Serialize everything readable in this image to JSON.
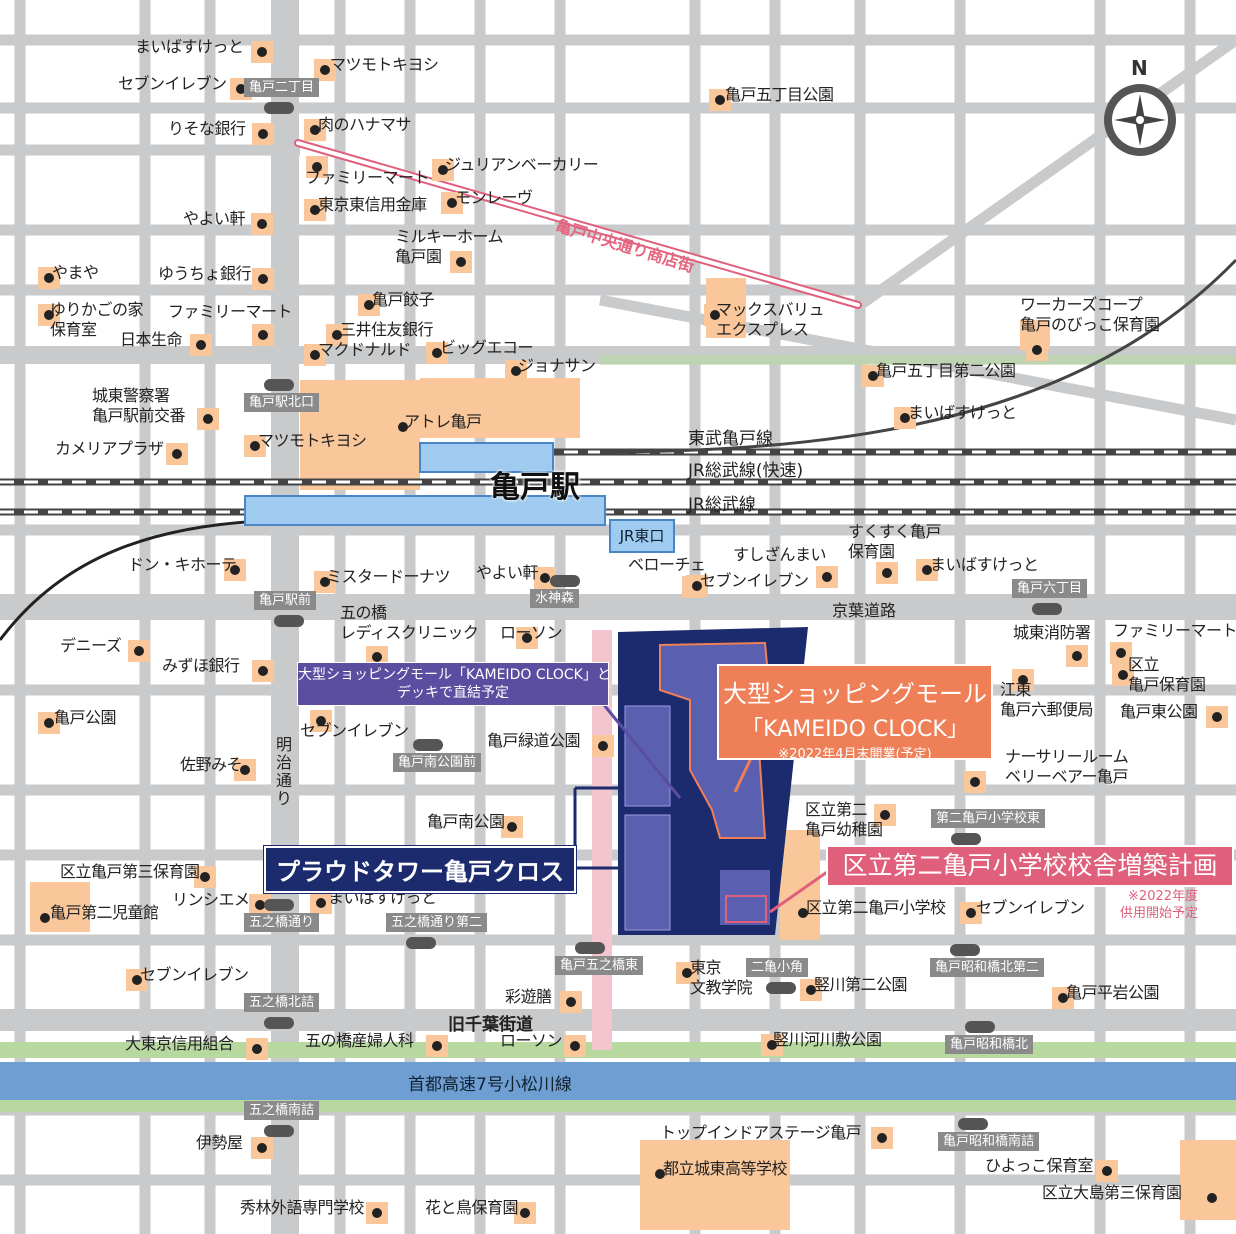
{
  "station_name": "亀戸駅",
  "east_exit": "JR東口",
  "shopping_street": "亀戸中央通り商店街",
  "roads": {
    "keiyo": "京葉道路",
    "meiji": "明治通り",
    "kyu_chiba": "旧千葉街道",
    "highway": "首都高速7号小松川線"
  },
  "rail_lines": [
    "東武亀戸線",
    "JR総武線(快速)",
    "JR総武線"
  ],
  "callouts": {
    "property": "プラウドタワー亀戸クロス",
    "deck": "大型ショッピングモール「KAMEIDO CLOCK」と\nデッキで直結予定",
    "mall_line1": "大型ショッピングモール",
    "mall_line2": "「KAMEIDO CLOCK」",
    "mall_note": "※2022年4月末開業(予定)",
    "school": "区立第二亀戸小学校校舎増築計画",
    "school_note": "※2022年度\n供用開始予定"
  },
  "intersections": [
    "亀戸二丁目",
    "亀戸駅北口",
    "亀戸駅前",
    "水神森",
    "亀戸六丁目",
    "亀戸南公園前",
    "第二亀戸小学校東",
    "五之橋通り",
    "五之橋通り第二",
    "亀戸五之橋東",
    "二亀小角",
    "亀戸昭和橋北第二",
    "五之橋北詰",
    "亀戸昭和橋北",
    "五之橋南詰",
    "亀戸昭和橋南詰"
  ],
  "pois": [
    "まいばすけっと",
    "マツモトキヨシ",
    "セブンイレブン",
    "りそな銀行",
    "肉のハナマサ",
    "ジュリアンベーカリー",
    "ファミリーマート",
    "モンレーヴ",
    "東京東信用金庫",
    "やよい軒",
    "ミルキーホーム\n亀戸園",
    "やまや",
    "ゆうちょ銀行",
    "亀戸餃子",
    "ゆりかごの家\n保育室",
    "ファミリーマート",
    "日本生命",
    "三井住友銀行",
    "マクドナルド",
    "ビッグエコー",
    "ジョナサン",
    "マックスバリュ\nエクスプレス",
    "ワーカーズコープ\n亀戸のびっこ保育園",
    "亀戸五丁目公園",
    "亀戸五丁目第二公園",
    "まいばすけっと",
    "城東警察署\n亀戸駅前交番",
    "アトレ亀戸",
    "マツモトキヨシ",
    "カメリアプラザ",
    "すくすく亀戸\n保育園",
    "まいばすけっと",
    "すしざんまい",
    "ベローチェ",
    "セブンイレブン",
    "やよい軒",
    "ミスタードーナツ",
    "ドン・キホーテ",
    "五の橋\nレディスクリニック",
    "ローソン",
    "デニーズ",
    "みずほ銀行",
    "城東消防署",
    "ファミリーマート",
    "江東\n亀戸六郵便局",
    "区立\n亀戸保育園",
    "亀戸東公園",
    "亀戸公園",
    "セブンイレブン",
    "亀戸緑道公園",
    "ナーサリールーム\nベリーベアー亀戸",
    "佐野みそ",
    "区立第二\n亀戸幼稚園",
    "亀戸南公園",
    "区立亀戸第三保育園",
    "亀戸第二児童館",
    "リンシエメ",
    "まいばすけっと",
    "区立第二亀戸小学校",
    "セブンイレブン",
    "セブンイレブン",
    "東京\n文教学院",
    "竪川第二公園",
    "亀戸平岩公園",
    "彩遊膳",
    "竪川河川敷公園",
    "大東京信用組合",
    "五の橋産婦人科",
    "ローソン",
    "トップインドアステージ亀戸",
    "伊勢屋",
    "都立城東高等学校",
    "ひよっこ保育室",
    "区立大島第三保育園",
    "秀林外語専門学校",
    "花と鳥保育園"
  ],
  "compass": "N",
  "colors": {
    "road": "#c9cacb",
    "building": "#f9c79a",
    "site": "#1c2a6e",
    "site_inner": "#5a5fb0",
    "river": "#6f9fd2",
    "green": "#a9cf8f",
    "station": "#9ecbef",
    "pink": "#e0607c",
    "orange": "#ef7f57",
    "purple": "#5b4ea1"
  }
}
